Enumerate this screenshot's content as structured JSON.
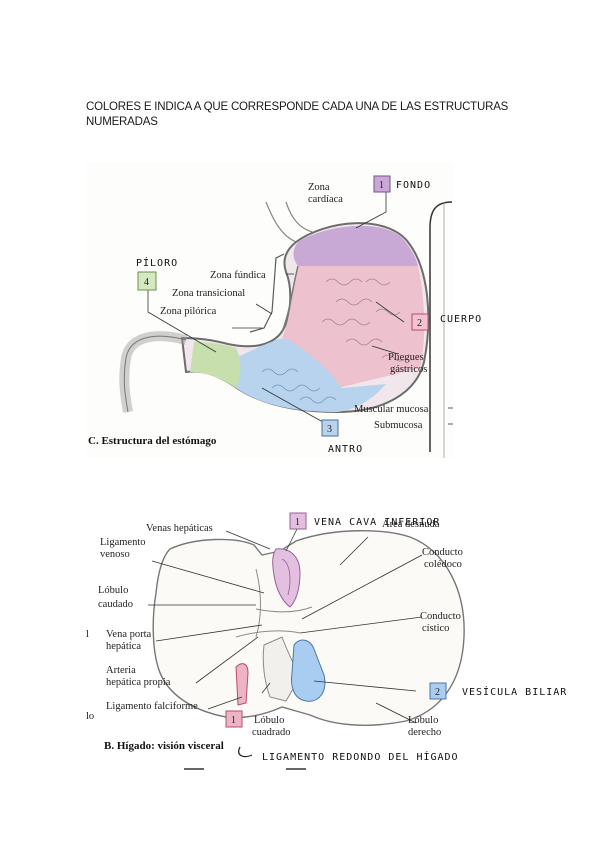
{
  "instructions": "COLORES E INDICA A QUE CORRESPONDE CADA UNA DE LAS ESTRUCTURAS NUMERADAS",
  "stomach": {
    "caption": "C. Estructura del estómago",
    "labels": {
      "zona_cardiaca_1": "Zona",
      "zona_cardiaca_2": "cardíaca",
      "zona_fundica": "Zona fúndica",
      "zona_transicional": "Zona transicional",
      "zona_pilorica": "Zona pilórica",
      "pliegues_1": "Pliegues",
      "pliegues_2": "gástricos",
      "muscular_mucosa": "Muscular mucosa",
      "submucosa": "Submucosa"
    },
    "markers": [
      {
        "num": "1",
        "answer": "FONDO",
        "color": "#b98fc8"
      },
      {
        "num": "2",
        "answer": "CUERPO",
        "color": "#e7a7b6"
      },
      {
        "num": "3",
        "answer": "ANTRO",
        "color": "#9fc3e9"
      },
      {
        "num": "4",
        "answer": "PÍLORO",
        "color": "#b7d59c"
      }
    ]
  },
  "liver": {
    "caption": "B. Hígado: visión visceral",
    "labels": {
      "venas_hepaticas": "Venas hepáticas",
      "area_desnuda": "Área desnuda",
      "lig_venoso_1": "Ligamento",
      "lig_venoso_2": "venoso",
      "conducto_coledoco_1": "Conducto",
      "conducto_coledoco_2": "colédoco",
      "lobulo_caudado_1": "Lóbulo",
      "lobulo_caudado_2": "caudado",
      "vena_porta_1": "Vena porta",
      "vena_porta_2": "hepática",
      "conducto_cistico_1": "Conducto",
      "conducto_cistico_2": "cístico",
      "arteria_1": "Arteria",
      "arteria_2": "hepática propia",
      "lig_falciforme": "Ligamento falciforme",
      "lobulo_cuadrado_1": "Lóbulo",
      "lobulo_cuadrado_2": "cuadrado",
      "lobulo_derecho_1": "Lóbulo",
      "lobulo_derecho_2": "derecho",
      "margin_l": "l",
      "margin_lo": "lo"
    },
    "markers": [
      {
        "num": "1",
        "answer": "VENA CAVA INFERIOR",
        "color": "#d9a6d6"
      },
      {
        "num": "2",
        "answer": "VESÍCULA BILIAR",
        "color": "#9ec5ea"
      },
      {
        "num": "1",
        "answer": "LIGAMENTO REDONDO DEL HÍGADO",
        "color": "#e7a7b6"
      }
    ]
  }
}
